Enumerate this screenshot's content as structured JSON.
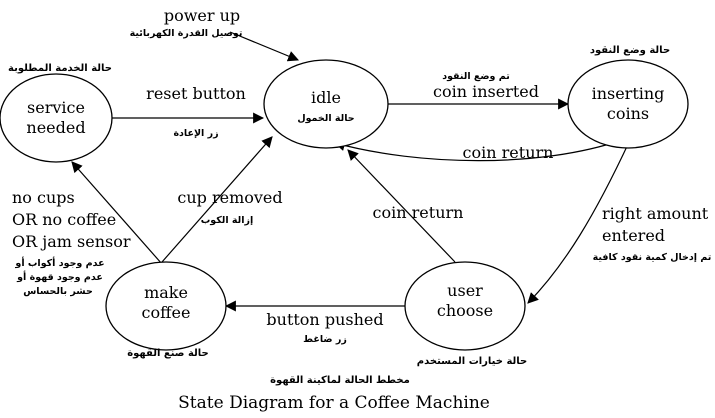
{
  "states": {
    "idle": {
      "label": "idle",
      "arabic": "حالة الخمول"
    },
    "service_needed": {
      "label_line1": "service",
      "label_line2": "needed",
      "arabic": "حالة الخدمة المطلوبة"
    },
    "inserting_coins": {
      "label_line1": "inserting",
      "label_line2": "coins",
      "arabic": "حالة وضع النقود"
    },
    "user_choose": {
      "label_line1": "user",
      "label_line2": "choose",
      "arabic": "حالة خيارات المستخدم"
    },
    "make_coffee": {
      "label_line1": "make",
      "label_line2": "coffee",
      "arabic": "حالة صنع القهوة"
    }
  },
  "transitions": {
    "power_up": {
      "label": "power up",
      "arabic": "توصيل القدرة الكهربائية"
    },
    "reset_button": {
      "label": "reset button",
      "arabic": "زر الإعادة"
    },
    "coin_inserted": {
      "label": "coin inserted",
      "arabic": "تم وضع النقود"
    },
    "coin_return_top": {
      "label": "coin return"
    },
    "coin_return_middle": {
      "label": "coin return"
    },
    "right_amount": {
      "label_line1": "right amount",
      "label_line2": "entered",
      "arabic": "تم إدخال كمية نقود كافية"
    },
    "button_pushed": {
      "label": "button pushed",
      "arabic": "زر ضاغط"
    },
    "cup_removed": {
      "label": "cup removed",
      "arabic": "إزالة الكوب"
    },
    "no_cups": {
      "label_line1": "no cups",
      "label_line2": "OR no coffee",
      "label_line3": "OR jam sensor",
      "arabic_line1": "عدم وجود أكواب أو",
      "arabic_line2": "عدم وجود قهوة أو",
      "arabic_line3": "حشر بالحساس"
    }
  },
  "caption": {
    "arabic": "مخطط الحالة لماكينة القهوة",
    "english": "State Diagram for a Coffee Machine"
  }
}
